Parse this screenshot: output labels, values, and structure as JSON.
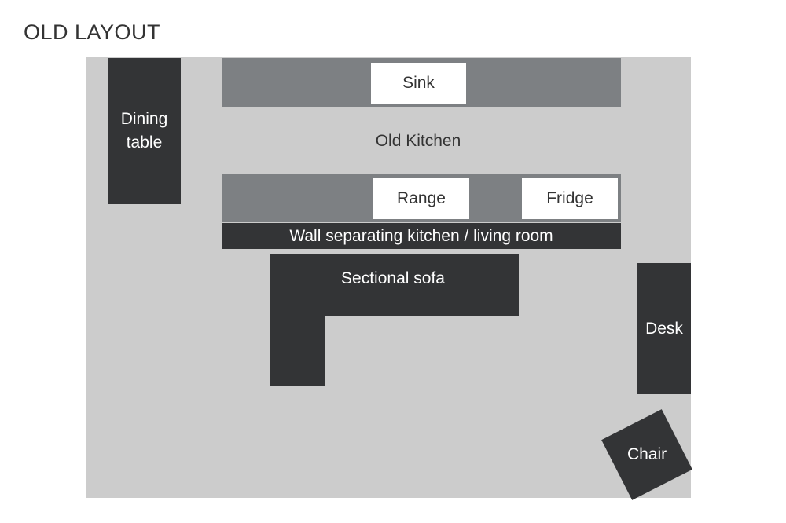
{
  "title": "OLD LAYOUT",
  "labels": {
    "sink": "Sink",
    "old_kitchen": "Old Kitchen",
    "range": "Range",
    "fridge": "Fridge",
    "wall": "Wall separating kitchen / living room",
    "dining_table": "Dining\ntable",
    "sectional_sofa": "Sectional sofa",
    "desk": "Desk",
    "chair": "Chair"
  },
  "colors": {
    "floor": "#cccccc",
    "counter": "#7d8083",
    "furniture": "#333436",
    "appliance": "#ffffff"
  }
}
